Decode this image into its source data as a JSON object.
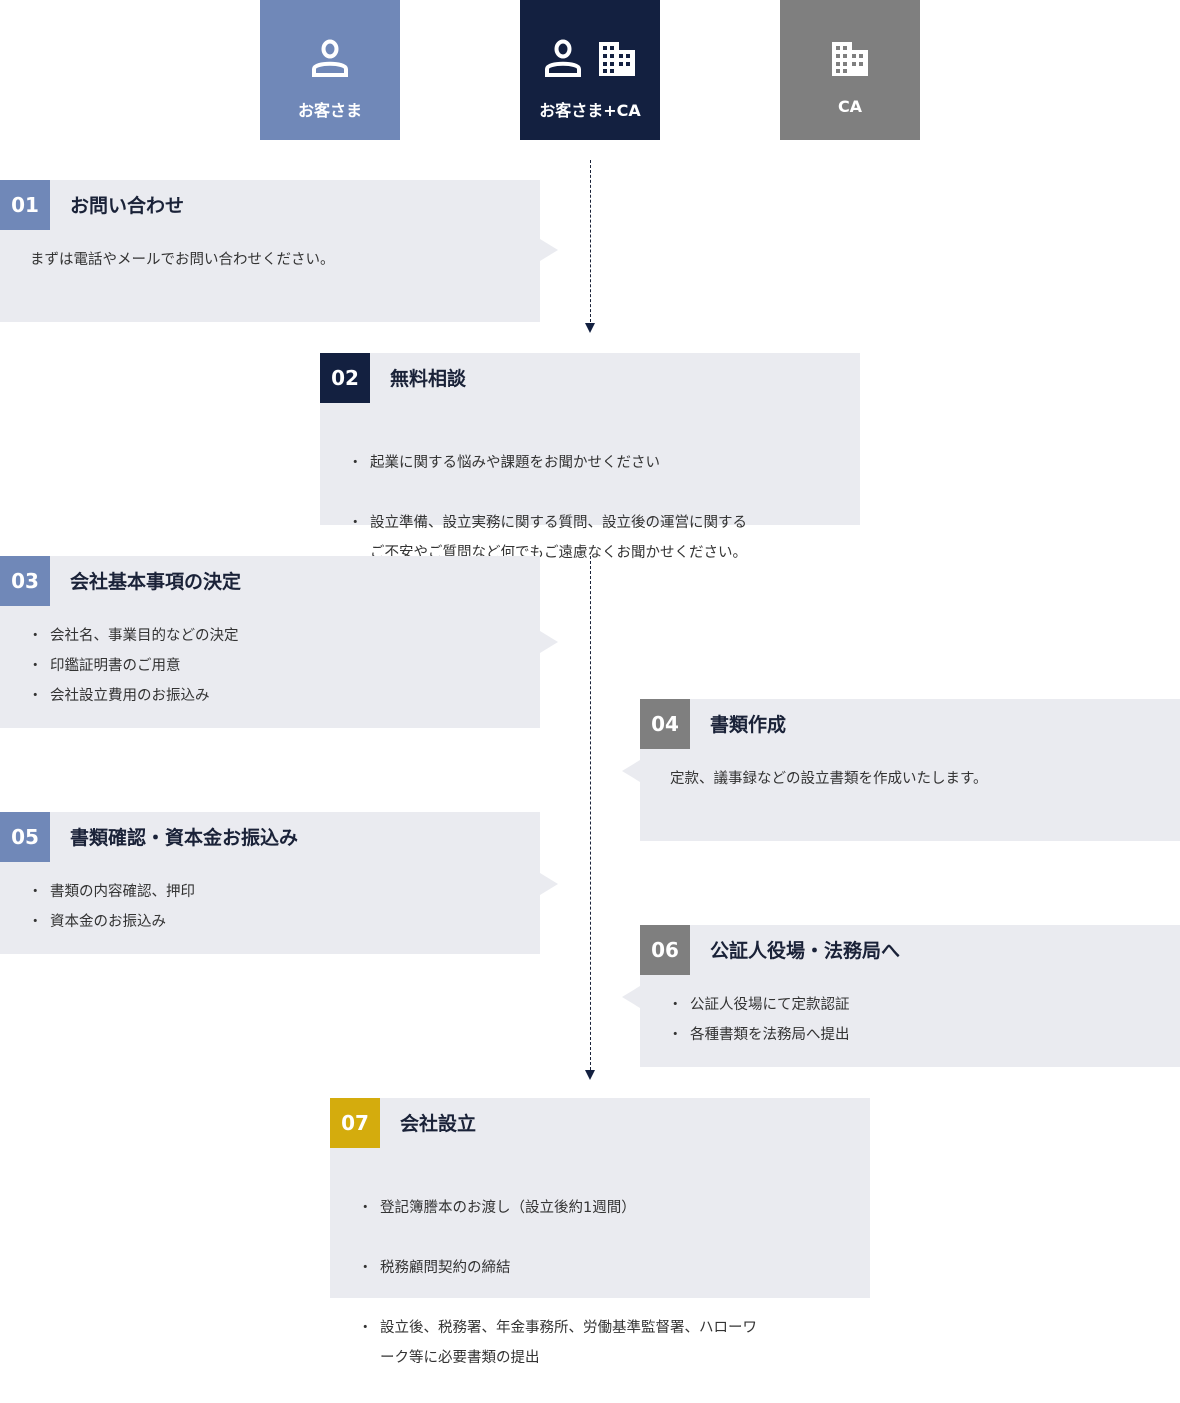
{
  "actors": [
    {
      "label": "お客さま"
    },
    {
      "label": "お客さま+CA"
    },
    {
      "label": "CA"
    }
  ],
  "steps": [
    {
      "num": "01",
      "title": "お問い合わせ",
      "text": "まずは電話やメールでお問い合わせください。"
    },
    {
      "num": "02",
      "title": "無料相談",
      "items": [
        "起業に関する悩みや課題をお聞かせください",
        "設立準備、設立実務に関する質問、設立後の運営に関する\nご不安やご質問など何でもご遠慮なくお聞かせください。"
      ]
    },
    {
      "num": "03",
      "title": "会社基本事項の決定",
      "items": [
        "会社名、事業目的などの決定",
        "印鑑証明書のご用意",
        "会社設立費用のお振込み"
      ]
    },
    {
      "num": "04",
      "title": "書類作成",
      "text": "定款、議事録などの設立書類を作成いたします。"
    },
    {
      "num": "05",
      "title": "書類確認・資本金お振込み",
      "items": [
        "書類の内容確認、押印",
        "資本金のお振込み"
      ]
    },
    {
      "num": "06",
      "title": "公証人役場・法務局へ",
      "items": [
        "公証人役場にて定款認証",
        "各種書類を法務局へ提出"
      ]
    },
    {
      "num": "07",
      "title": "会社設立",
      "items": [
        "登記簿謄本のお渡し（設立後約1週間）",
        "税務顧問契約の締結",
        "設立後、税務署、年金事務所、労働基準監督署、ハローワ\nーク等に必要書類の提出"
      ]
    }
  ],
  "colors": {
    "customer": "#7088b8",
    "both": "#132040",
    "ca": "#7f7f7f",
    "final": "#d4ac0d",
    "box": "#eaebf0"
  }
}
